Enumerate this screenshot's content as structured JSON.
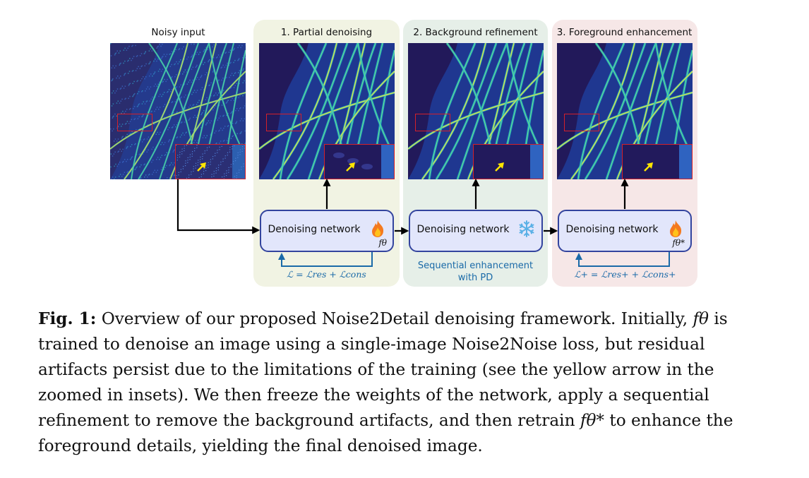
{
  "figure": {
    "input_title": "Noisy input",
    "stages": [
      {
        "title": "1. Partial denoising",
        "network_label": "Denoising network",
        "icon": "fire-icon",
        "network_symbol": "fθ",
        "loss": "ℒ = ℒres + ℒcons"
      },
      {
        "title": "2. Background refinement",
        "network_label": "Denoising network",
        "icon": "snowflake-icon",
        "annotation": [
          "Sequential enhancement",
          "with PD"
        ]
      },
      {
        "title": "3. Foreground enhancement",
        "network_label": "Denoising network",
        "icon": "fire-icon",
        "network_symbol": "fθ*",
        "loss": "ℒ+ = ℒres+ + ℒcons+"
      }
    ],
    "colors": {
      "panel_stage1": "#f1f3e3",
      "panel_stage2": "#e6efe8",
      "panel_stage3": "#f6e7e7",
      "network_border": "#33449e",
      "network_fill": "#e2e6fb",
      "loss_text": "#1a6aa8",
      "inset_border": "#d3202a",
      "arrow_marker": "#ffe600"
    }
  },
  "caption": {
    "label": "Fig. 1:",
    "text_1": "Overview of our proposed Noise2Detail denoising framework. Initially,",
    "symbol_1": "fθ",
    "text_2": "is trained to denoise an image using a single-image Noise2Noise loss, but residual artifacts persist due to the limitations of the training (see the yellow arrow in the zoomed in insets). We then freeze the weights of the network, apply a sequential refinement to remove the background artifacts, and then retrain",
    "symbol_2": "fθ*",
    "text_3": "to enhance the foreground details, yielding the final denoised image."
  }
}
